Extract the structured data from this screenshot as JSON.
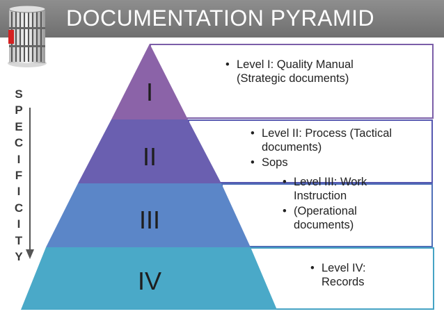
{
  "title": "DOCUMENTATION PYRAMID",
  "specificity_letters": [
    "S",
    "P",
    "E",
    "C",
    "I",
    "F",
    "I",
    "C",
    "I",
    "T",
    "Y"
  ],
  "levels": [
    {
      "numeral": "I",
      "color": "#8b63a8",
      "box_color": "#7b5ea8",
      "bullets": [
        "Level I: Quality Manual (Strategic documents)"
      ]
    },
    {
      "numeral": "II",
      "color": "#6a5fb0",
      "box_color": "#5557b0",
      "bullets": [
        "Level II: Process (Tactical documents)",
        "Sops"
      ]
    },
    {
      "numeral": "III",
      "color": "#5b86c8",
      "box_color": "#4e6fb8",
      "bullets": [
        "Level III: Work Instruction",
        "(Operational documents)"
      ]
    },
    {
      "numeral": "IV",
      "color": "#4aa9c8",
      "box_color": "#45a3c4",
      "bullets": [
        "Level IV: Records"
      ]
    }
  ]
}
